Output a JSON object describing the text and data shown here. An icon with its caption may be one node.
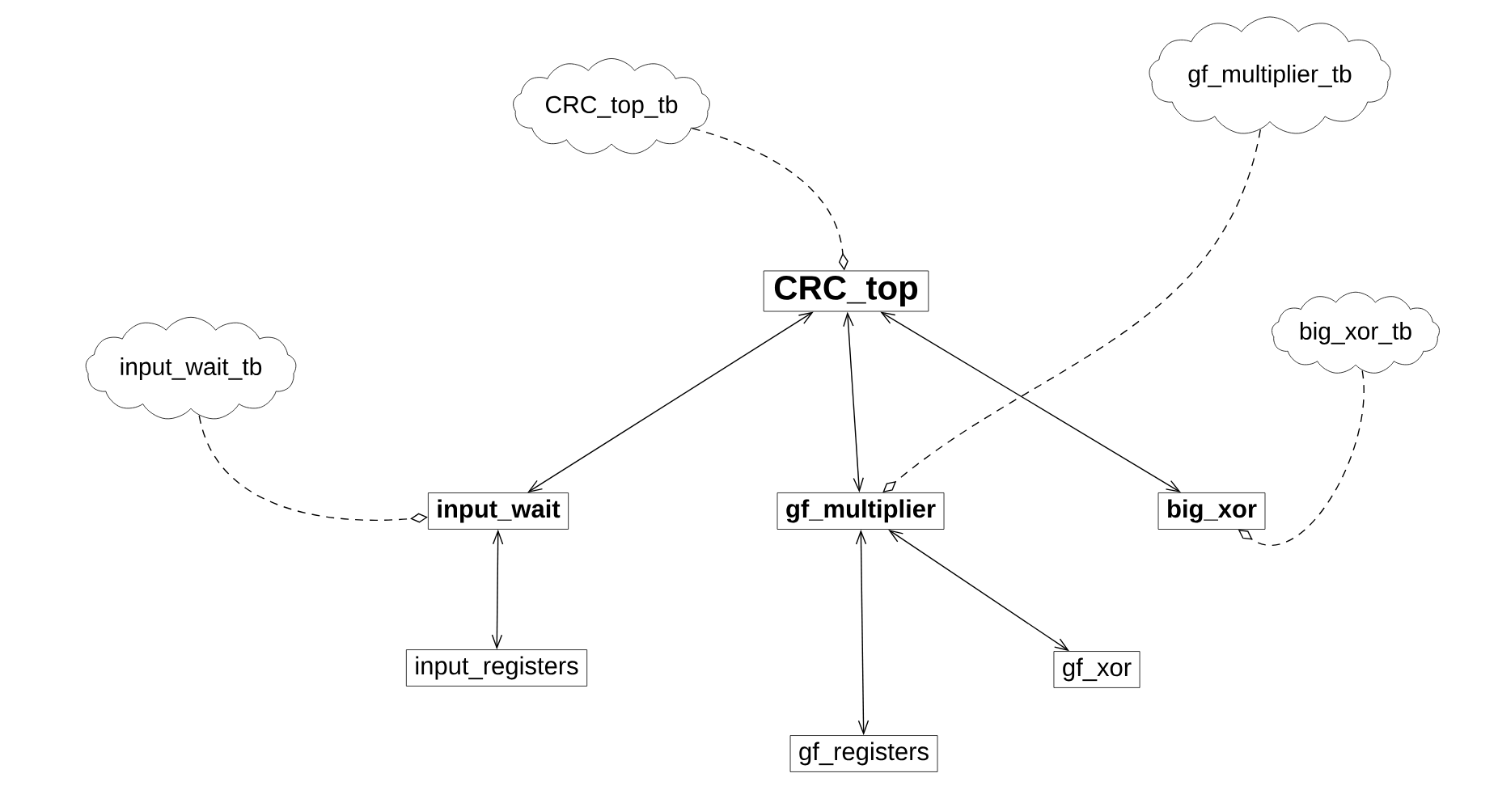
{
  "diagram": {
    "nodes": [
      {
        "text": [
          "CRC_top_tb"
        ]
      },
      {
        "text": [
          "gf_multiplier_tb"
        ]
      },
      {
        "text": [
          "CRC_top"
        ]
      },
      {
        "text": [
          "input_wait_tb"
        ]
      },
      {
        "text": [
          "big_xor_tb"
        ]
      },
      {
        "text": [
          "input_wait"
        ]
      },
      {
        "text": [
          "gf_multiplier"
        ]
      },
      {
        "text": [
          "big_xor"
        ]
      },
      {
        "text": [
          "input_registers"
        ]
      },
      {
        "text": [
          "gf_xor"
        ]
      },
      {
        "text": [
          "gf_registers"
        ]
      }
    ],
    "edges": [
      {
        "from": 0,
        "to": 2,
        "arrow": "other",
        "style": "dashed"
      },
      {
        "from": 1,
        "to": 6,
        "arrow": "other",
        "style": "dashed"
      },
      {
        "from": 3,
        "to": 5,
        "arrow": "other",
        "style": "dashed"
      },
      {
        "from": 4,
        "to": 7,
        "arrow": "other",
        "style": "dashed"
      },
      {
        "from": 2,
        "to": 5,
        "arrow": "both"
      },
      {
        "from": 2,
        "to": 6,
        "arrow": "both"
      },
      {
        "from": 2,
        "to": 7,
        "arrow": "both"
      },
      {
        "from": 5,
        "to": 8,
        "arrow": "both"
      },
      {
        "from": 6,
        "to": 10,
        "arrow": "both"
      },
      {
        "from": 6,
        "to": 9,
        "arrow": "both"
      }
    ]
  }
}
